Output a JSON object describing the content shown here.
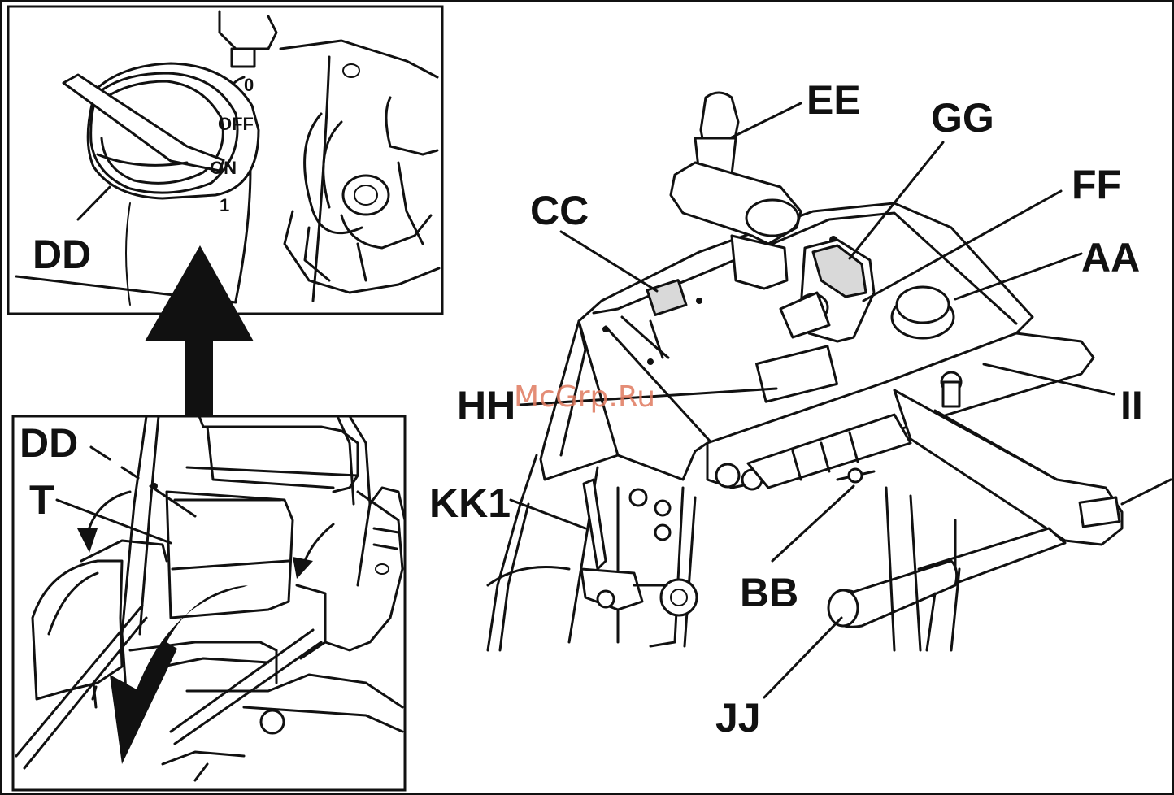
{
  "switch_positions": {
    "zero": "0",
    "off": "OFF",
    "on": "ON",
    "one": "1"
  },
  "labels": {
    "dd_top": "DD",
    "dd_bottom": "DD",
    "t": "T",
    "cc": "CC",
    "ee": "EE",
    "gg": "GG",
    "ff": "FF",
    "aa": "AA",
    "hh": "HH",
    "ii": "II",
    "kk1": "KK1",
    "bb": "BB",
    "jj": "JJ"
  },
  "watermark": "McGrp.Ru"
}
